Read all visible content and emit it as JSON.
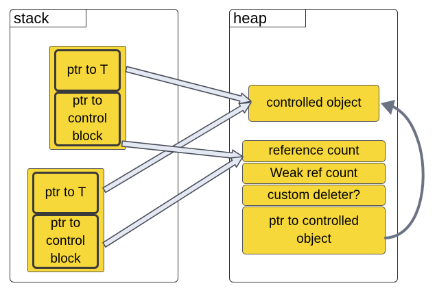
{
  "stack": {
    "label": "stack",
    "ptr_a": {
      "to_t": "ptr to T",
      "to_cb": "ptr to control block"
    },
    "ptr_b": {
      "to_t": "ptr to T",
      "to_cb": "ptr to control block"
    }
  },
  "heap": {
    "label": "heap",
    "controlled_object": "controlled object",
    "control_block": {
      "reference_count": "reference count",
      "weak_ref_count": "Weak ref count",
      "custom_deleter": "custom deleter?",
      "ptr_to_controlled": "ptr to controlled object"
    }
  },
  "colors": {
    "box_fill": "#f7d83a",
    "box_border": "#3a3a3a",
    "arrow_fill": "#e3e8f3",
    "arrow_stroke": "#4a4f5a",
    "curved_arrow": "#6b7384"
  }
}
